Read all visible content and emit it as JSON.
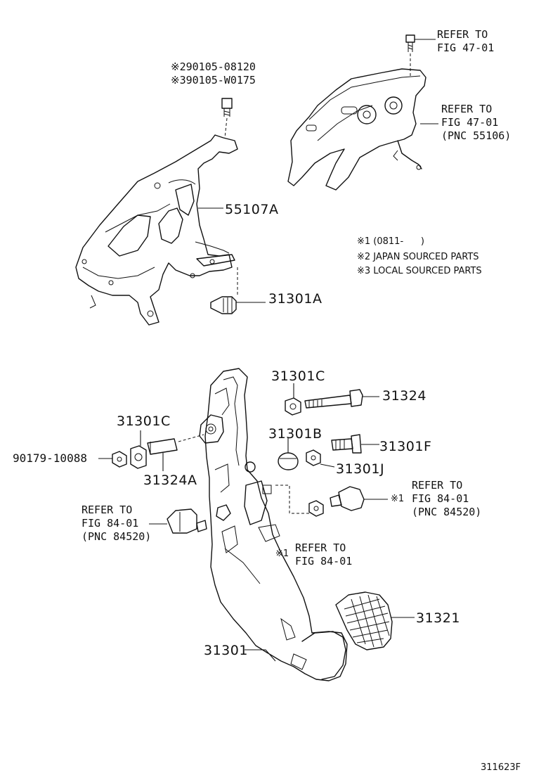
{
  "labels": {
    "refer_47_01_top": "REFER TO\nFIG 47-01",
    "refer_47_01_pnc": "REFER TO\nFIG 47-01\n(PNC 55106)",
    "bolt_notes": "※290105-08120\n※390105-W0175",
    "p55107a": "55107A",
    "p31301a": "31301A",
    "p31301c_top": "31301C",
    "p31324": "31324",
    "p31301c_left": "31301C",
    "p31301b": "31301B",
    "p31301f": "31301F",
    "p90179": "90179-10088",
    "p31301j": "31301J",
    "p31324a": "31324A",
    "mark_1_right": "※1",
    "refer_84_01_right": "REFER TO\nFIG 84-01\n(PNC 84520)",
    "refer_84_01_left": "REFER TO\nFIG 84-01\n(PNC 84520)",
    "mark_1_center": "※1",
    "refer_84_01_center": "REFER TO\nFIG 84-01",
    "p31321": "31321",
    "p31301": "31301"
  },
  "notes": [
    "※1 (0811-      )",
    "※2 JAPAN SOURCED PARTS",
    "※3 LOCAL SOURCED PARTS"
  ],
  "diagram_id": "311623F"
}
